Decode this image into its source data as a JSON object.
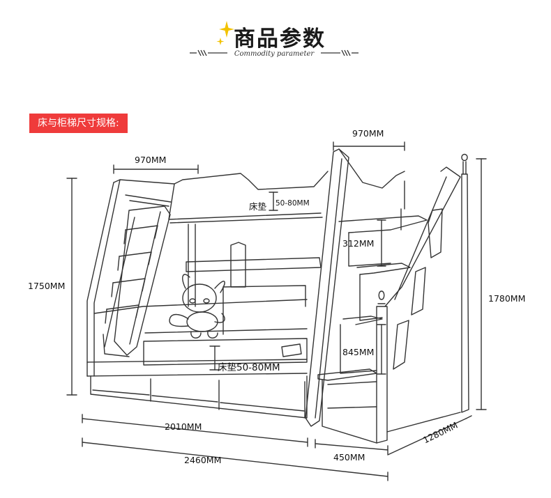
{
  "header": {
    "title": "商品参数",
    "subtitle": "Commodity parameter"
  },
  "section_label": "床与柜梯尺寸规格:",
  "dimensions": {
    "upper_bed_width": "970MM",
    "stair_top_width": "970MM",
    "upper_mattress_label": "床垫",
    "upper_mattress_range": "50-80MM",
    "lower_mattress": "床垫50-80MM",
    "step_height_top": "312MM",
    "step_height_lower": "845MM",
    "left_height": "1750MM",
    "right_height": "1780MM",
    "lower_bed_length": "2010MM",
    "total_length": "2460MM",
    "stair_depth": "450MM",
    "bed_depth": "1280MM"
  },
  "colors": {
    "accent": "#ef3b3b",
    "star": "#f2c200",
    "line": "#333333"
  }
}
